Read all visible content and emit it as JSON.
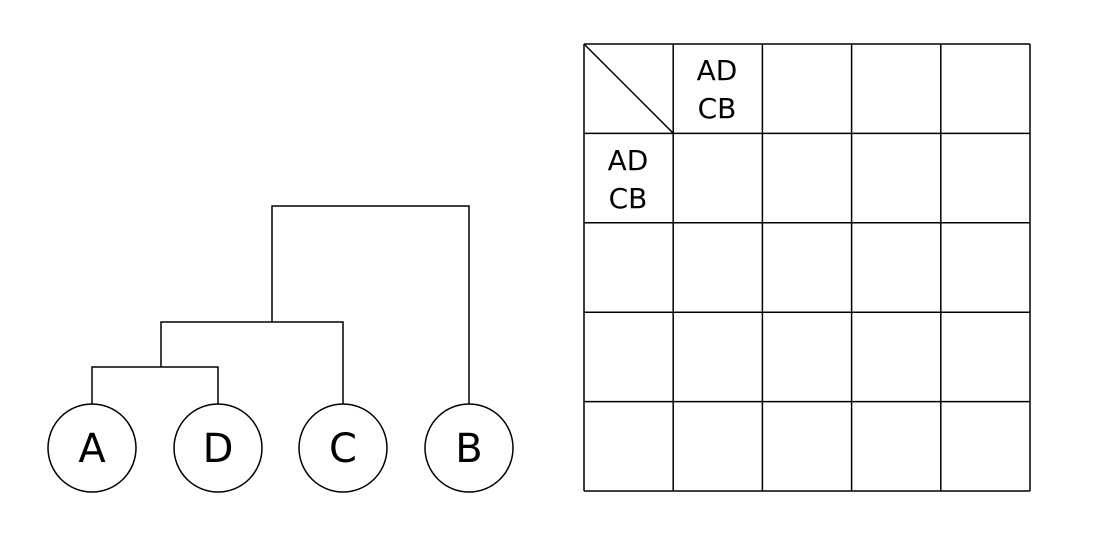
{
  "dendrogram": {
    "leaves": [
      "A",
      "D",
      "C",
      "B"
    ]
  },
  "matrix": {
    "rows": 5,
    "cols": 5,
    "header_row_label": [
      "AD",
      "CB"
    ],
    "header_col_label": [
      "AD",
      "CB"
    ]
  }
}
